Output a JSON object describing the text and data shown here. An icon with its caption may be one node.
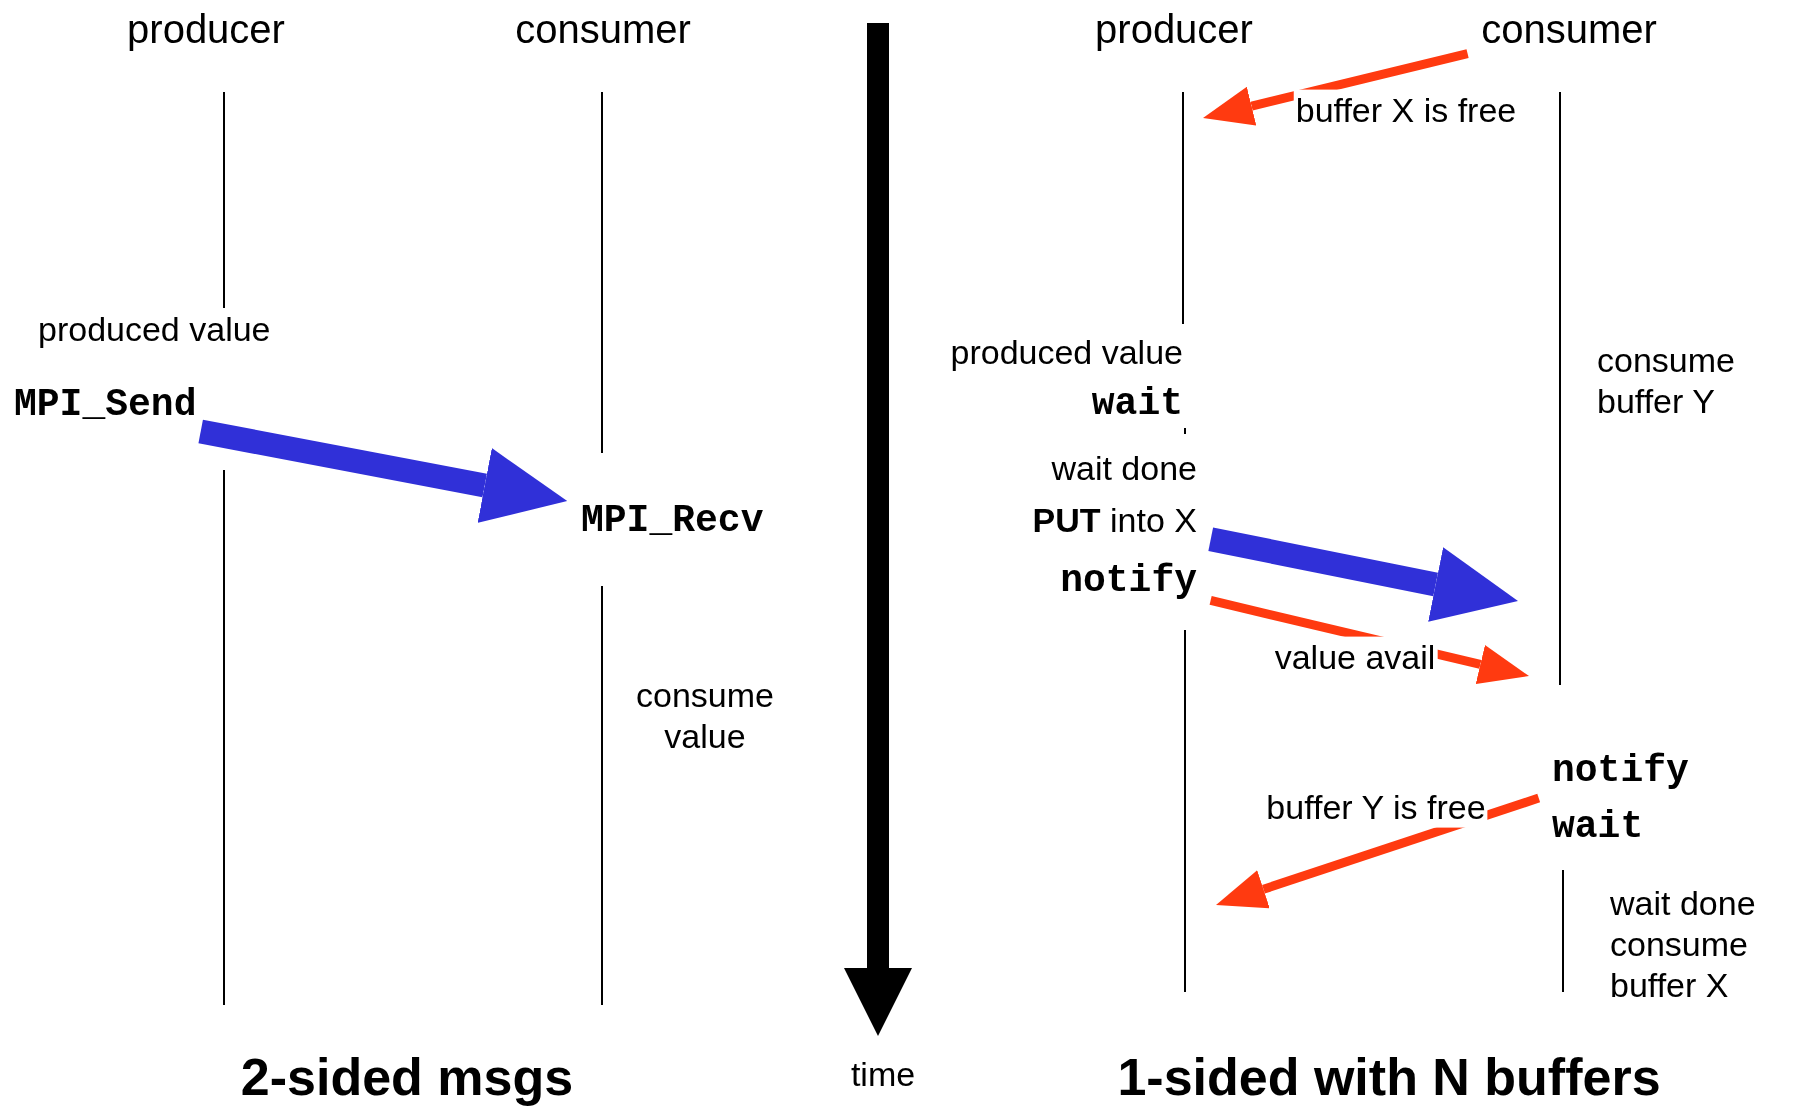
{
  "diagram": {
    "nodes": [
      {
        "text": [
          "MPI_Send"
        ]
      },
      {
        "text": [
          "MPI_Recv"
        ]
      },
      {
        "text": [
          "consumer"
        ]
      },
      {
        "text": [
          "**PUT** into X"
        ]
      },
      {
        "text": [
          "notify"
        ]
      },
      {
        "text": [
          "notify"
        ]
      }
    ],
    "edges": [
      {
        "from": 0,
        "to": 1,
        "arrow": "to",
        "style": "thick",
        "color": "#3030d8"
      },
      {
        "from": 2,
        "to": null,
        "arrow": "to",
        "label": "buffer X is free",
        "color": "#ff3a10"
      },
      {
        "from": 3,
        "to": null,
        "arrow": "to",
        "style": "thick",
        "color": "#3030d8"
      },
      {
        "from": 4,
        "to": null,
        "arrow": "to",
        "label": "value avail",
        "color": "#ff3a10"
      },
      {
        "from": 5,
        "to": null,
        "arrow": "to",
        "label": "buffer Y is free",
        "color": "#ff3a10"
      }
    ],
    "labels": [
      "producer",
      "consumer",
      "produced value",
      "consume value",
      "time",
      "2-sided msgs",
      "producer",
      "produced value",
      "wait",
      "wait done",
      "consume buffer Y",
      "wait",
      "wait done consume buffer X",
      "1-sided with N buffers"
    ]
  }
}
